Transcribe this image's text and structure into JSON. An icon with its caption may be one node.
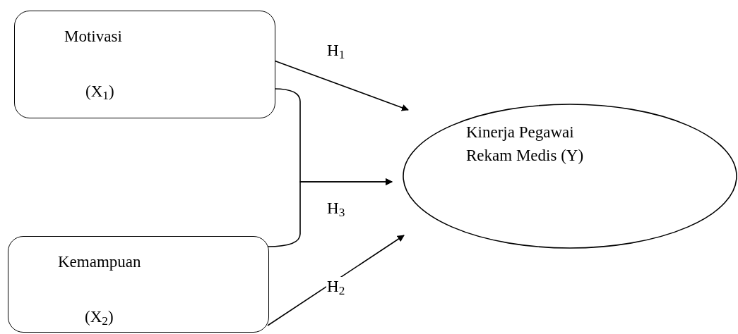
{
  "diagram": {
    "nodes": [
      {
        "text": [
          "Motivasi",
          "(X$_{1}$)"
        ]
      },
      {
        "text": [
          "Kemampuan",
          "(X$_{2}$)"
        ]
      },
      {
        "text": [
          "Kinerja Pegawai Rekam Medis (Y)"
        ]
      }
    ],
    "edges": [
      {
        "from": 0,
        "to": 2,
        "arrow": "to",
        "label": "H$_{1}$"
      },
      {
        "from": 1,
        "to": 2,
        "arrow": "to",
        "label": "H$_{2}$"
      },
      {
        "from": 0,
        "to": 2,
        "arrow": "to",
        "label": "H$_{3}$"
      },
      {
        "from": 1,
        "to": 2,
        "arrow": "to"
      }
    ]
  }
}
